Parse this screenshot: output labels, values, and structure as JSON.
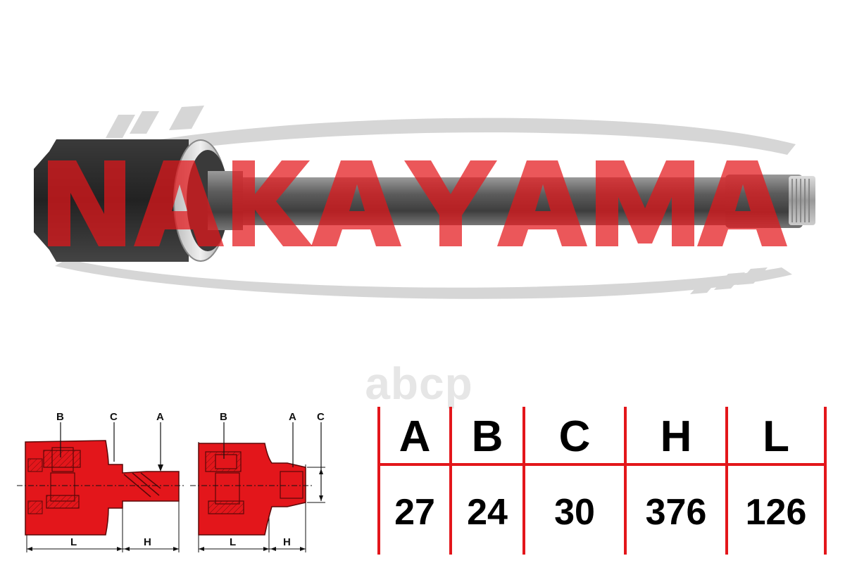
{
  "brand": {
    "logo_text": "NAKAYAMA"
  },
  "watermark": {
    "text": "abcp"
  },
  "diagram_labels": {
    "left": {
      "b": "B",
      "c": "C",
      "a": "A",
      "l": "L",
      "h": "H"
    },
    "right": {
      "b": "B",
      "a": "A",
      "c": "C",
      "l": "L",
      "h": "H"
    }
  },
  "spec_table": {
    "headers": [
      "A",
      "B",
      "C",
      "H",
      "L"
    ],
    "values": [
      "27",
      "24",
      "30",
      "376",
      "126"
    ]
  },
  "colors": {
    "brand_red": "#e3161b",
    "logo_grey": "#d6d6d6",
    "shaft_grey": "#6b6b6b"
  }
}
